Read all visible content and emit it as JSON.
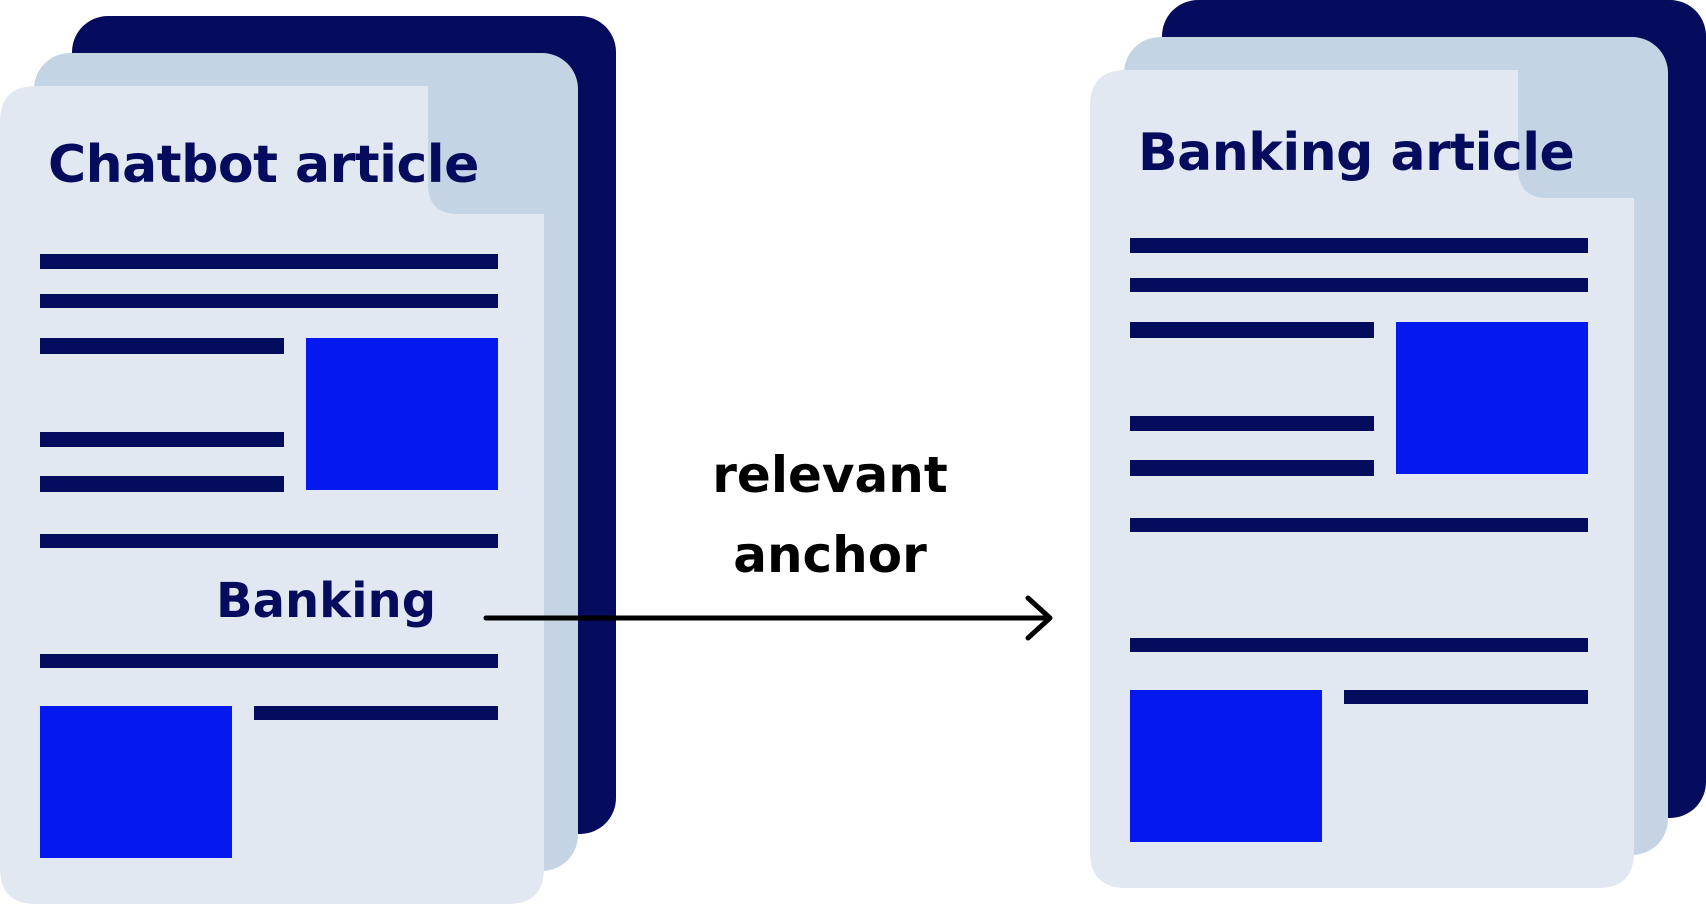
{
  "colors": {
    "back_page": "#050c5e",
    "middle_page": "#c4d4e4",
    "front_page": "#e1e8f2",
    "dog_ear": "#c4d4e4",
    "text_line": "#050c5e",
    "image_block": "#0518f0",
    "arrow": "#000000",
    "label_text": "#000000"
  },
  "source_document": {
    "title": "Chatbot article",
    "anchor_text": "Banking"
  },
  "target_document": {
    "title": "Banking article"
  },
  "link": {
    "label_line1": "relevant",
    "label_line2": "anchor"
  }
}
